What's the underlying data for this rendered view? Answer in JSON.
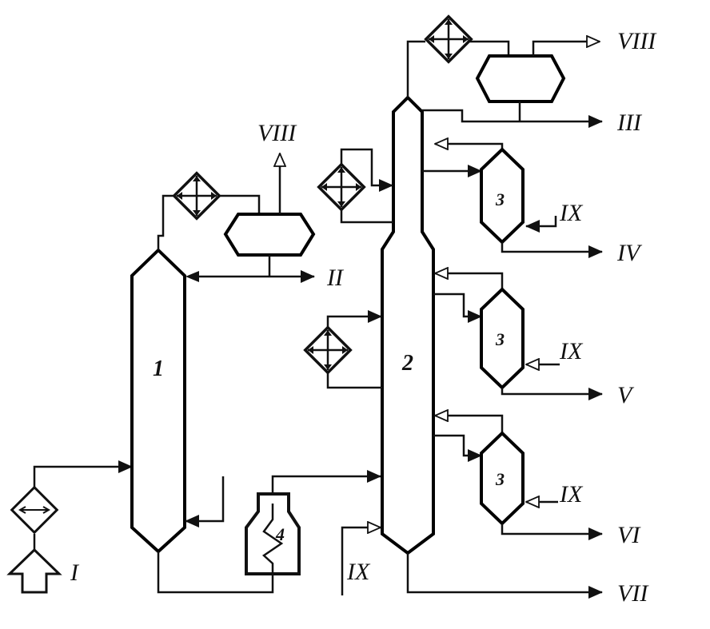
{
  "units": {
    "column_1": "1",
    "column_2": "2",
    "stripper_top": "3",
    "stripper_middle": "3",
    "stripper_bottom": "3",
    "furnace": "4"
  },
  "streams": {
    "feed": "I",
    "col1_top_product": "II",
    "col1_gas": "VIII",
    "col2_gas": "VIII",
    "col2_top_product": "III",
    "side_cut_1": "IV",
    "side_cut_2": "V",
    "side_cut_3": "VI",
    "bottom_product": "VII",
    "steam_col2": "IX",
    "steam_stripper_1": "IX",
    "steam_stripper_2": "IX",
    "steam_stripper_3": "IX"
  }
}
